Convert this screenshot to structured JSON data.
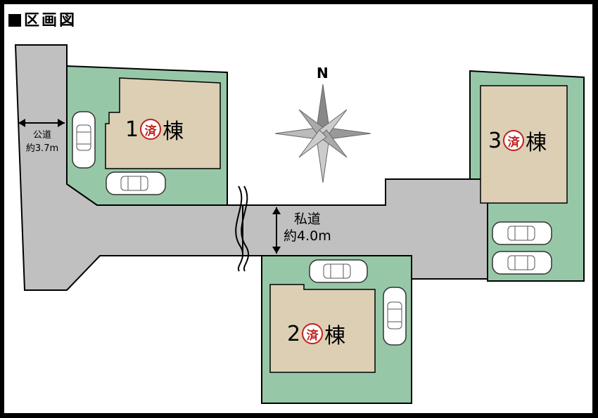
{
  "title": "区画図",
  "compass": {
    "north_label": "N"
  },
  "lots": [
    {
      "number": "1",
      "seal": "済",
      "suffix": "棟"
    },
    {
      "number": "2",
      "seal": "済",
      "suffix": "棟"
    },
    {
      "number": "3",
      "seal": "済",
      "suffix": "棟"
    }
  ],
  "roads": {
    "private": {
      "name": "私道",
      "width": "約4.0m"
    },
    "public": {
      "name": "公道",
      "width": "約3.7m"
    }
  },
  "colors": {
    "lot": "#96c8a8",
    "building": "#dccfb4",
    "road": "#c0c0c0",
    "seal": "#c0201c"
  }
}
